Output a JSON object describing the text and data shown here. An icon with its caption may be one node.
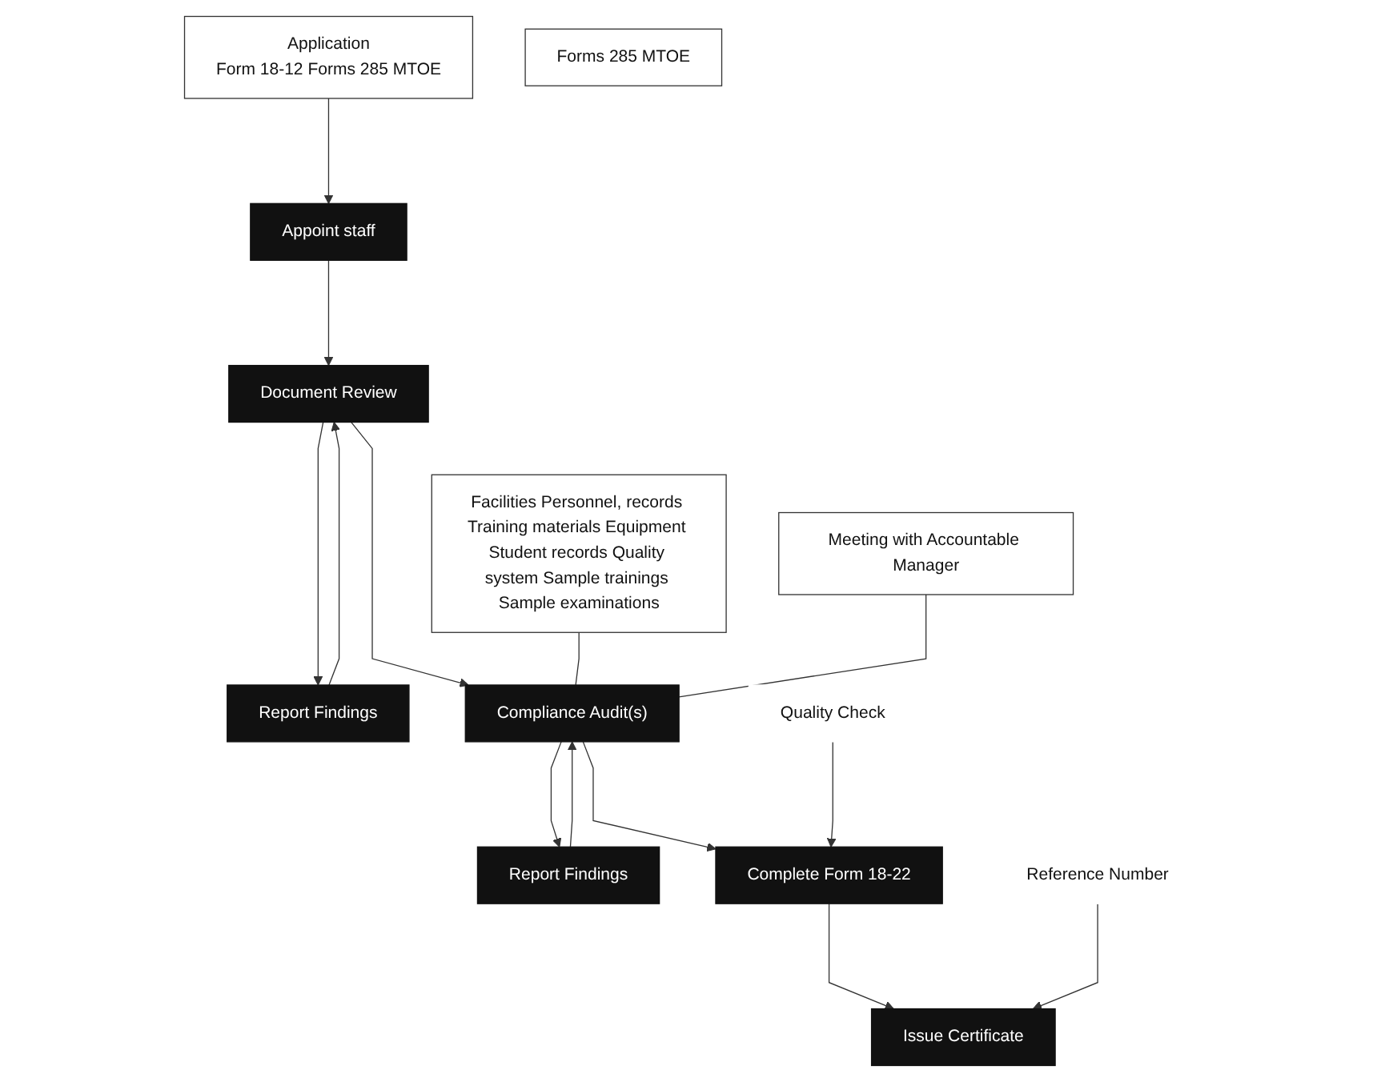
{
  "diagram": {
    "nodes": [
      {
        "text": [
          "Application",
          "Form 18-12 Forms 285 MTOE"
        ]
      },
      {
        "text": [
          "Appoint staff"
        ]
      },
      {
        "text": [
          "Forms 285 MTOE"
        ]
      },
      {
        "text": [
          "Document Review"
        ]
      },
      {
        "text": [
          "Report Findings"
        ]
      },
      {
        "text": [
          "Facilities Personnel, records Training materials Equipment Student records Quality system Sample trainings Sample examinations"
        ]
      },
      {
        "text": [
          "Meeting with Accountable Manager"
        ]
      },
      {
        "text": [
          "Compliance Audit(s)"
        ]
      },
      {
        "text": [
          "Report Findings"
        ]
      },
      {
        "text": [
          "Complete Form 18-22"
        ]
      },
      {
        "text": [
          "Quality Check"
        ]
      },
      {
        "text": [
          "Issue Certificate"
        ]
      },
      {
        "text": [
          "Reference Number"
        ]
      }
    ],
    "edges": [
      {
        "from": 0,
        "to": 1,
        "arrow": "to"
      },
      {
        "from": 1,
        "to": 3,
        "arrow": "to"
      },
      {
        "from": 3,
        "to": 4,
        "arrow": "to"
      },
      {
        "from": 4,
        "to": 3,
        "arrow": "to"
      },
      {
        "from": 3,
        "to": 7,
        "arrow": "to"
      },
      {
        "from": 7,
        "to": 8,
        "arrow": "to"
      },
      {
        "from": 8,
        "to": 7,
        "arrow": "to"
      },
      {
        "from": 5,
        "to": 7,
        "arrow": "none"
      },
      {
        "from": 6,
        "to": 7,
        "arrow": "none"
      },
      {
        "from": 7,
        "to": 9,
        "arrow": "to"
      },
      {
        "from": 10,
        "to": 9,
        "arrow": "to"
      },
      {
        "from": 9,
        "to": 11,
        "arrow": "to"
      },
      {
        "from": 12,
        "to": 11,
        "arrow": "to"
      }
    ]
  }
}
